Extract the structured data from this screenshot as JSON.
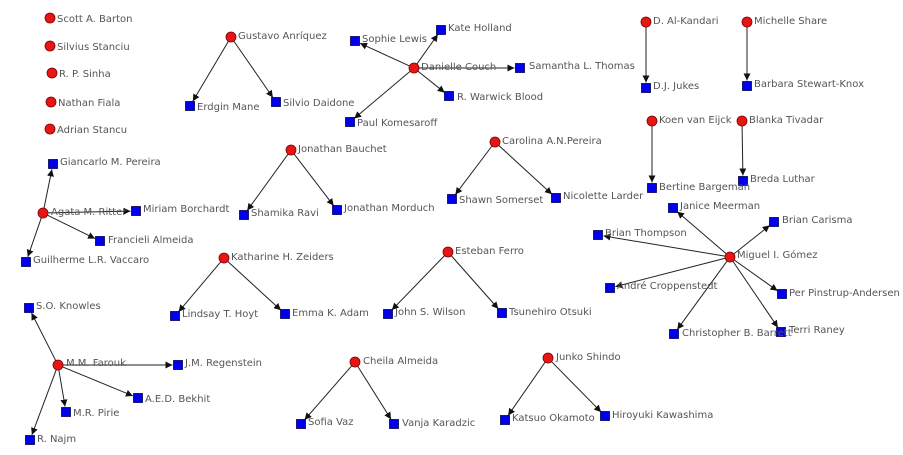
{
  "colors": {
    "person_fill": "#e81515",
    "person_stroke": "#7a0000",
    "node_fill": "#0000ee",
    "node_stroke": "#000055",
    "edge": "#222222",
    "label": "#555555",
    "background": "#ffffff"
  },
  "isolated": [
    {
      "id": "i1",
      "label": "Scott A. Barton"
    },
    {
      "id": "i2",
      "label": "Silvius Stanciu"
    },
    {
      "id": "i3",
      "label": "R. P. Sinha"
    },
    {
      "id": "i4",
      "label": "Nathan Fiala"
    },
    {
      "id": "i5",
      "label": "Adrian Stancu"
    }
  ],
  "stars": [
    {
      "center": {
        "id": "c1",
        "label": "Gustavo Anríquez"
      },
      "leaves": [
        {
          "id": "c1a",
          "label": "Erdgin Mane"
        },
        {
          "id": "c1b",
          "label": "Silvio Daidone"
        }
      ]
    },
    {
      "center": {
        "id": "c2",
        "label": "Danielle Couch"
      },
      "leaves": [
        {
          "id": "c2a",
          "label": "Sophie Lewis"
        },
        {
          "id": "c2b",
          "label": "Kate Holland"
        },
        {
          "id": "c2c",
          "label": "Samantha L. Thomas"
        },
        {
          "id": "c2d",
          "label": "R. Warwick Blood"
        },
        {
          "id": "c2e",
          "label": "Paul Komesaroff"
        }
      ]
    },
    {
      "center": {
        "id": "c3",
        "label": "D. Al-Kandari"
      },
      "leaves": [
        {
          "id": "c3a",
          "label": "D.J. Jukes"
        }
      ]
    },
    {
      "center": {
        "id": "c4",
        "label": "Michelle Share"
      },
      "leaves": [
        {
          "id": "c4a",
          "label": "Barbara Stewart-Knox"
        }
      ]
    },
    {
      "center": {
        "id": "c5",
        "label": "Jonathan Bauchet"
      },
      "leaves": [
        {
          "id": "c5a",
          "label": "Shamika Ravi"
        },
        {
          "id": "c5b",
          "label": "Jonathan Morduch"
        }
      ]
    },
    {
      "center": {
        "id": "c6",
        "label": "Carolina A.N.Pereira"
      },
      "leaves": [
        {
          "id": "c6a",
          "label": "Shawn Somerset"
        },
        {
          "id": "c6b",
          "label": "Nicolette Larder"
        }
      ]
    },
    {
      "center": {
        "id": "c7",
        "label": "Koen van Eijck"
      },
      "leaves": [
        {
          "id": "c7a",
          "label": "Bertine Bargeman"
        }
      ]
    },
    {
      "center": {
        "id": "c8",
        "label": "Blanka Tivadar"
      },
      "leaves": [
        {
          "id": "c8a",
          "label": "Breda Luthar"
        }
      ]
    },
    {
      "center": {
        "id": "c9",
        "label": "Agata M. Ritter"
      },
      "leaves": [
        {
          "id": "c9a",
          "label": "Giancarlo M. Pereira"
        },
        {
          "id": "c9b",
          "label": "Miriam Borchardt"
        },
        {
          "id": "c9c",
          "label": "Francieli Almeida"
        },
        {
          "id": "c9d",
          "label": "Guilherme L.R. Vaccaro"
        }
      ]
    },
    {
      "center": {
        "id": "c10",
        "label": "Katharine H. Zeiders"
      },
      "leaves": [
        {
          "id": "c10a",
          "label": "Lindsay T. Hoyt"
        },
        {
          "id": "c10b",
          "label": "Emma K. Adam"
        }
      ]
    },
    {
      "center": {
        "id": "c11",
        "label": "Esteban Ferro"
      },
      "leaves": [
        {
          "id": "c11a",
          "label": "John S. Wilson"
        },
        {
          "id": "c11b",
          "label": "Tsunehiro Otsuki"
        }
      ]
    },
    {
      "center": {
        "id": "c12",
        "label": "Miguel I. Gómez"
      },
      "leaves": [
        {
          "id": "c12a",
          "label": "Janice Meerman"
        },
        {
          "id": "c12b",
          "label": "Brian Carisma"
        },
        {
          "id": "c12c",
          "label": "Brian Thompson"
        },
        {
          "id": "c12d",
          "label": "André Croppenstedt"
        },
        {
          "id": "c12e",
          "label": "Per Pinstrup-Andersen"
        },
        {
          "id": "c12f",
          "label": "Christopher B. Barrett"
        },
        {
          "id": "c12g",
          "label": "Terri Raney"
        }
      ]
    },
    {
      "center": {
        "id": "c13",
        "label": "M.M. Farouk"
      },
      "leaves": [
        {
          "id": "c13a",
          "label": "S.O. Knowles"
        },
        {
          "id": "c13b",
          "label": "J.M. Regenstein"
        },
        {
          "id": "c13c",
          "label": "A.E.D. Bekhit"
        },
        {
          "id": "c13d",
          "label": "M.R. Pirie"
        },
        {
          "id": "c13e",
          "label": "R. Najm"
        }
      ]
    },
    {
      "center": {
        "id": "c14",
        "label": "Cheila Almeida"
      },
      "leaves": [
        {
          "id": "c14a",
          "label": "Sofia Vaz"
        },
        {
          "id": "c14b",
          "label": "Vanja Karadzic"
        }
      ]
    },
    {
      "center": {
        "id": "c15",
        "label": "Junko Shindo"
      },
      "leaves": [
        {
          "id": "c15a",
          "label": "Katsuo Okamoto"
        },
        {
          "id": "c15b",
          "label": "Hiroyuki Kawashima"
        }
      ]
    }
  ]
}
